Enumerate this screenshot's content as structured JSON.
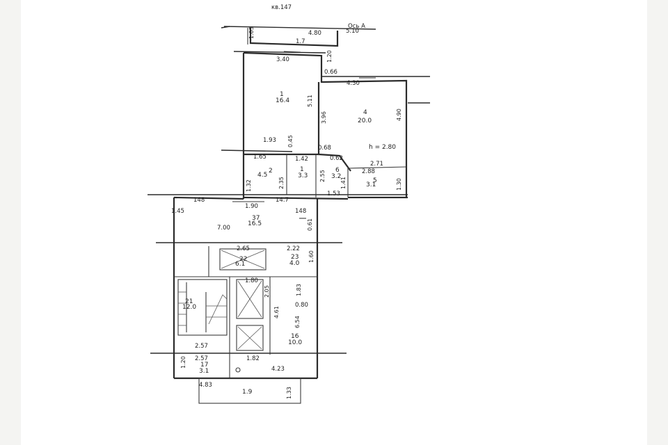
{
  "header": {
    "ref": "кв.147",
    "axis": "Ось А"
  },
  "height_note": "h = 2.80",
  "rooms": [
    {
      "num": "1.7",
      "area": ""
    },
    {
      "num": "1",
      "area": "16.4"
    },
    {
      "num": "4",
      "area": "20.0"
    },
    {
      "num": "2",
      "area": "4.5"
    },
    {
      "num": "1",
      "area": "3.3"
    },
    {
      "num": "6",
      "area": "3.2"
    },
    {
      "num": "5",
      "area": "3.1"
    },
    {
      "num": "37",
      "area": "16.5"
    },
    {
      "num": "22",
      "area": "6.1"
    },
    {
      "num": "23",
      "area": "4.0"
    },
    {
      "num": "21",
      "area": "12.0"
    },
    {
      "num": "16",
      "area": "10.0"
    },
    {
      "num": "17",
      "area": "3.1"
    },
    {
      "num": "1.9",
      "area": ""
    }
  ],
  "dims": {
    "d_4_80": "4.80",
    "d_5_10": "5.10",
    "d_1_03": "1.03",
    "d_1_20": "1.20",
    "d_3_40": "3.40",
    "d_0_66": "0.66",
    "d_4_30": "4.30",
    "d_5_11": "5.11",
    "d_3_96": "3.96",
    "d_4_90": "4.90",
    "d_1_93": "1.93",
    "d_0_45": "0.45",
    "d_1_65": "1.65",
    "d_1_42": "1.42",
    "d_0_68": "0.68",
    "d_0_62": "0.62",
    "d_2_71": "2.71",
    "d_2_88": "2.88",
    "d_2_35": "2.35",
    "d_2_55": "2.55",
    "d_1_41": "1.41",
    "d_1_53": "1.53",
    "d_1_30": "1.30",
    "d_1_32": "1.32",
    "d_1_48": "148",
    "d_1_47": "14.7",
    "d_1_48b": "148",
    "d_1_90": "1.90",
    "d_1_45": "1.45",
    "d_0_61": "0.61",
    "d_7_00": "7.00",
    "d_2_65": "2.65",
    "d_2_22": "2.22",
    "d_1_60": "1.60",
    "d_1_80": "1.80",
    "d_2_05": "2.05",
    "d_1_83": "1.83",
    "d_0_80": "0.80",
    "d_6_54": "6.54",
    "d_4_61": "4.61",
    "d_2_57": "2.57",
    "d_2_57b": "2.57",
    "d_1_82": "1.82",
    "d_1_20b": "1.20",
    "d_4_23": "4.23",
    "d_4_83": "4.83",
    "d_1_33": "1.33"
  }
}
